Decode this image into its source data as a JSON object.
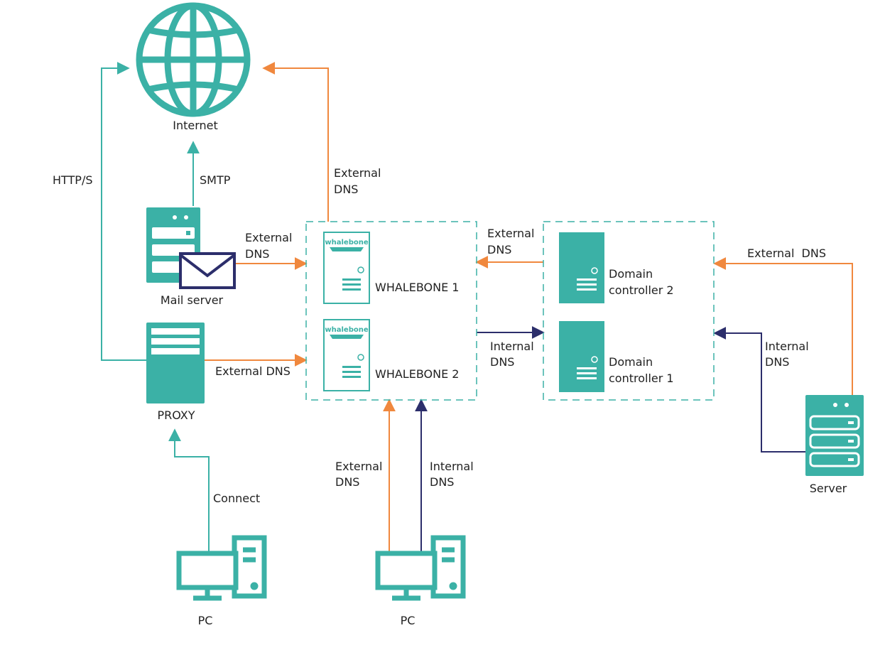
{
  "colors": {
    "teal": "#3bb1a6",
    "orange": "#f0883e",
    "navy": "#2c2e6b",
    "text": "#222222",
    "background": "#ffffff"
  },
  "nodes": {
    "internet": {
      "label": "Internet",
      "icon": "globe-icon"
    },
    "mail_server": {
      "label": "Mail server",
      "icon": "mail-server-icon"
    },
    "proxy": {
      "label": "PROXY",
      "icon": "server-icon"
    },
    "whalebone_1": {
      "label": "WHALEBONE 1",
      "brand": "whalebone",
      "icon": "dns-resolver-icon"
    },
    "whalebone_2": {
      "label": "WHALEBONE 2",
      "brand": "whalebone",
      "icon": "dns-resolver-icon"
    },
    "dc2": {
      "label_line1": "Domain",
      "label_line2": "controller 2",
      "icon": "server-tower-icon"
    },
    "dc1": {
      "label_line1": "Domain",
      "label_line2": "controller 1",
      "icon": "server-tower-icon"
    },
    "server": {
      "label": "Server",
      "icon": "server-rack-icon"
    },
    "pc_left": {
      "label": "PC",
      "icon": "desktop-pc-icon"
    },
    "pc_center": {
      "label": "PC",
      "icon": "desktop-pc-icon"
    }
  },
  "edges": {
    "http_s": "HTTP/S",
    "smtp": "SMTP",
    "wb_to_internet": {
      "line1": "External",
      "line2": "DNS"
    },
    "mail_to_wb": {
      "line1": "External",
      "line2": "DNS"
    },
    "proxy_to_wb": "External DNS",
    "dc_to_wb": {
      "line1": "External",
      "line2": "DNS"
    },
    "wb_to_dc": {
      "line1": "Internal",
      "line2": "DNS"
    },
    "server_to_dc_external": "External  DNS",
    "server_to_dc_internal": {
      "line1": "Internal",
      "line2": "DNS"
    },
    "pc_to_wb_external": {
      "line1": "External",
      "line2": "DNS"
    },
    "pc_to_wb_internal": {
      "line1": "Internal",
      "line2": "DNS"
    },
    "pc_to_proxy": "Connect"
  }
}
